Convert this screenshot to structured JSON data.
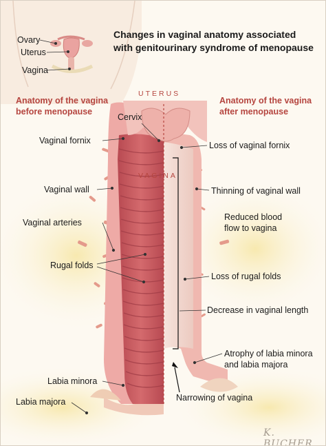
{
  "title_line1": "Changes in vaginal anatomy associated",
  "title_line2": "with genitourinary syndrome of menopause",
  "inset": {
    "ovary": "Ovary",
    "uterus": "Uterus",
    "vagina": "Vagina"
  },
  "before": {
    "line1": "Anatomy of the vagina",
    "line2": "before menopause"
  },
  "after": {
    "line1": "Anatomy of the vagina",
    "line2": "after menopause"
  },
  "region_labels": {
    "uterus": "UTERUS",
    "vagina": "VAGINA"
  },
  "left_labels": {
    "cervix": "Cervix",
    "fornix": "Vaginal fornix",
    "wall": "Vaginal wall",
    "arteries": "Vaginal arteries",
    "rugal": "Rugal folds",
    "labia_minora": "Labia minora",
    "labia_majora": "Labia majora"
  },
  "right_labels": {
    "loss_fornix": "Loss of vaginal fornix",
    "thinning": "Thinning of vaginal wall",
    "blood_line1": "Reduced blood",
    "blood_line2": "flow to vagina",
    "loss_rugal": "Loss of rugal folds",
    "length": "Decrease in vaginal length",
    "atrophy_line1": "Atrophy of labia minora",
    "atrophy_line2": "and labia majora",
    "narrowing": "Narrowing of vagina"
  },
  "signature": "K. BUCHER",
  "colors": {
    "accent": "#b5453f",
    "tissue": "#eaa3a0",
    "canal": "#c9575c",
    "background": "#fdf9f1"
  }
}
